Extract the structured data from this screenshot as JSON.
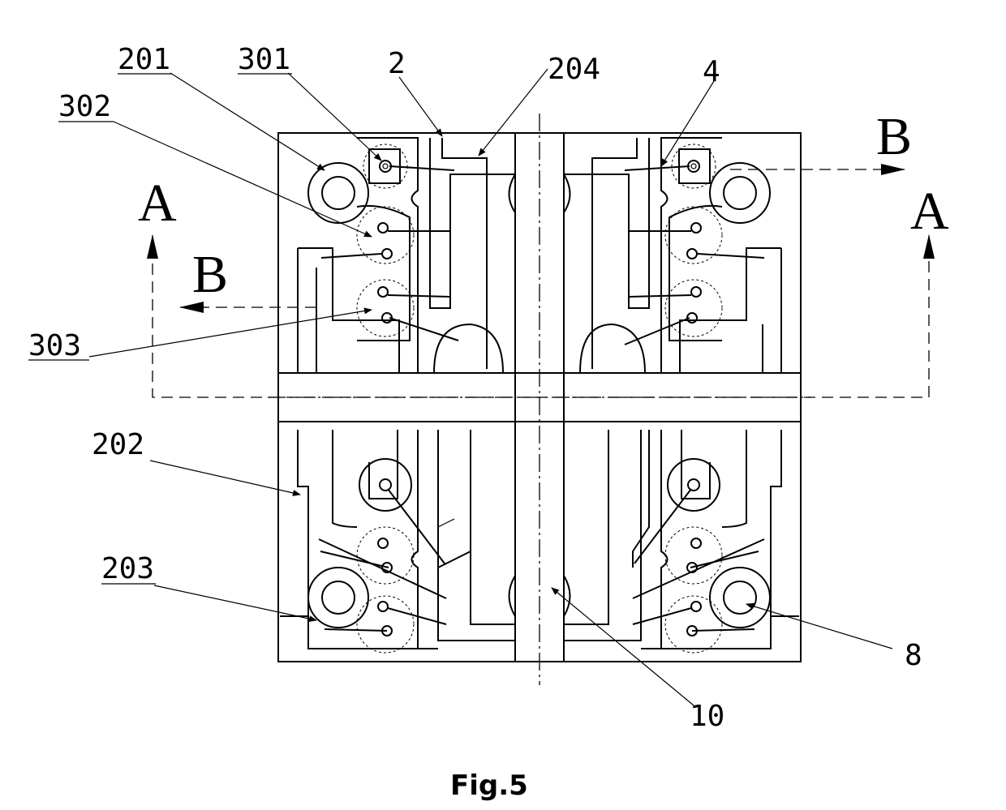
{
  "figure": {
    "caption": "Fig.5",
    "labels": {
      "l201": "201",
      "l301": "301",
      "l2": "2",
      "l204": "204",
      "l4": "4",
      "l302": "302",
      "l303": "303",
      "l202": "202",
      "l203": "203",
      "l8": "8",
      "l10": "10"
    },
    "section_marks": {
      "a_left": "A",
      "a_right": "A",
      "b_left": "B",
      "b_right": "B"
    }
  }
}
